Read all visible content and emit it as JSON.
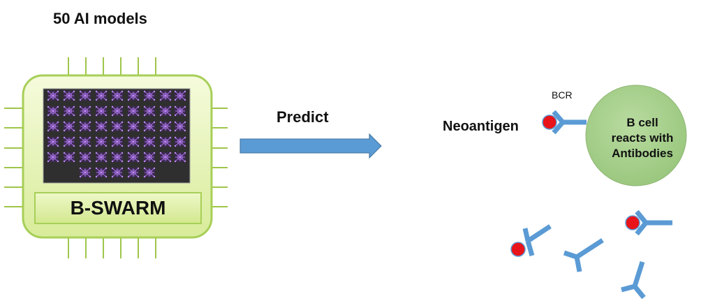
{
  "title": "50 AI models",
  "chip": {
    "label": "B-SWARM"
  },
  "arrow": {
    "label": "Predict"
  },
  "antigen": {
    "label": "Neoantigen"
  },
  "receptor": {
    "label": "BCR"
  },
  "bcell": {
    "line1": "B cell",
    "line2": "reacts with",
    "line3": "Antibodies"
  },
  "colors": {
    "chip_fill": "#e6f4b4",
    "chip_border": "#9fc64a",
    "chip_screen": "#2b2b2b",
    "model_icon": "#8a57c2",
    "arrow": "#5b9bd5",
    "bcell": "#a9d18e",
    "antigen": "#e8141a",
    "antibody": "#5b9bd5"
  },
  "icons": {
    "model": "network-node-icon",
    "arrow": "right-arrow-icon",
    "antibody": "y-shaped-antibody-icon",
    "antigen": "red-dot-icon"
  }
}
